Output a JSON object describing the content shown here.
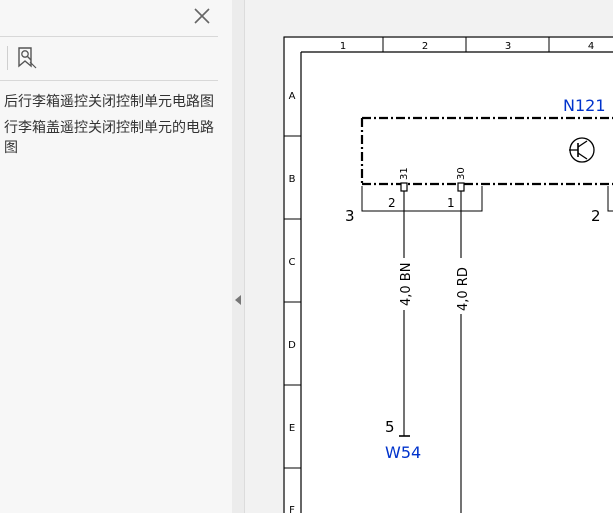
{
  "sidebar": {
    "close_icon": "close-icon",
    "bookmark_icon": "bookmark-search-icon",
    "outline": [
      {
        "label": "后行李箱遥控关闭控制单元电路图"
      },
      {
        "label": "行李箱盖遥控关闭控制单元的电路图"
      }
    ]
  },
  "diagram": {
    "columns": [
      "1",
      "2",
      "3",
      "4"
    ],
    "rows": [
      "A",
      "B",
      "C",
      "D",
      "E",
      "F"
    ],
    "component": "N121",
    "connector_left": "3",
    "connector_right": "2",
    "pin_a_number": "31",
    "pin_b_number": "30",
    "pin_a_pos": "2",
    "pin_b_pos": "1",
    "wire_a_label": "4,0 BN",
    "wire_b_label": "4,0 RD",
    "ground_pin": "5",
    "ground_name": "W54",
    "colors": {
      "component": "#0033cc",
      "line": "#000000"
    }
  }
}
